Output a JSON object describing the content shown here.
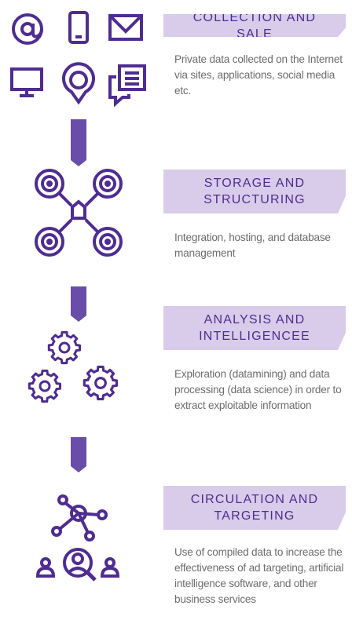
{
  "accent_color": "#4f2c91",
  "label_background": "#d8ccea",
  "text_color": "#6c6c6c",
  "stages": [
    {
      "label": "COLLECTION AND SALE",
      "description": "Private data collected on the Internet via sites, applications, social media etc.",
      "icons": [
        "at-icon",
        "smartphone-icon",
        "envelope-icon",
        "monitor-icon",
        "location-pin-icon",
        "chat-bubbles-icon"
      ]
    },
    {
      "label": "STORAGE AND STRUCTURING",
      "description": "Integration, hosting, and database management",
      "icons": [
        "network-hub-icon"
      ]
    },
    {
      "label": "ANALYSIS AND INTELLIGENCEE",
      "description": "Exploration (datamining) and data processing (data science) in order to extract exploitable information",
      "icons": [
        "gears-icon"
      ]
    },
    {
      "label": "CIRCULATION AND TARGETING",
      "description": "Use of compiled data to increase the effectiveness of ad targeting, artificial intelligence software, and other business services",
      "icons": [
        "molecule-network-icon",
        "user-search-icon"
      ]
    }
  ]
}
